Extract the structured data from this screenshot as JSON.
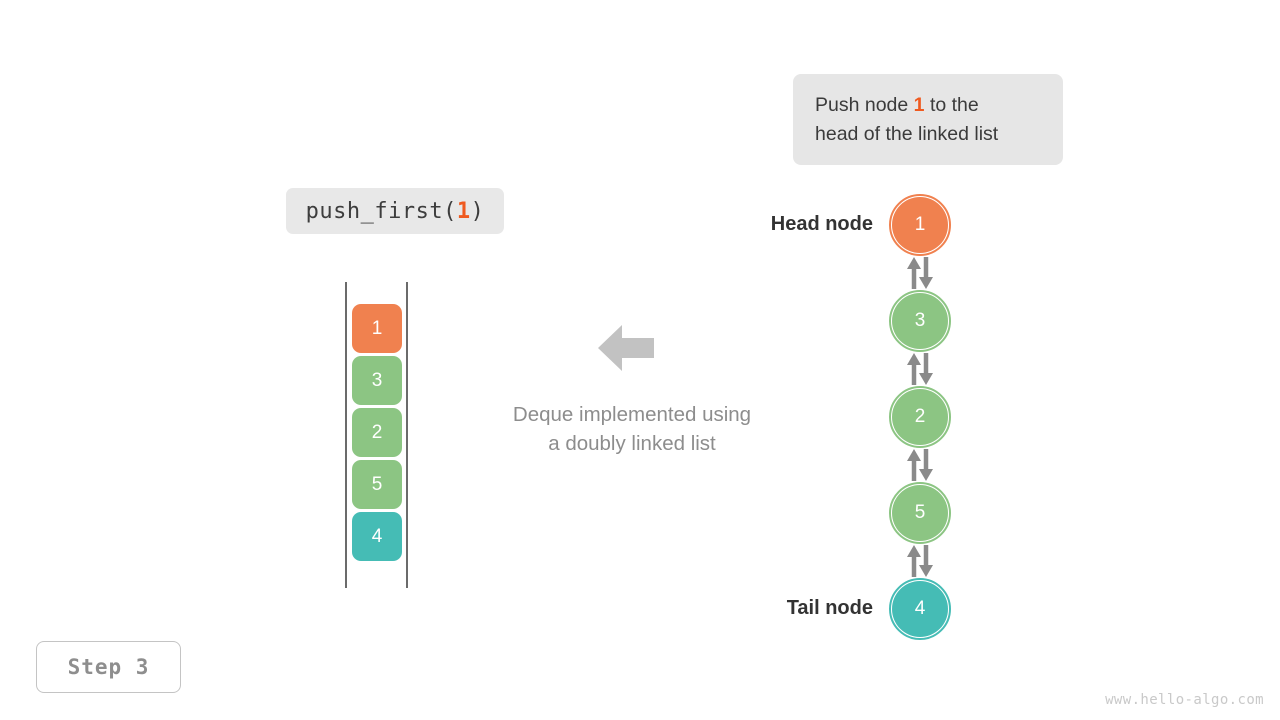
{
  "colors": {
    "orange": "#f0814f",
    "green": "#8cc583",
    "teal": "#45bcb5",
    "accent_text": "#ef5a20",
    "arrow_gray": "#8a8a8a",
    "rail_gray": "#6b6b6b",
    "chip_bg": "#e8e8e8",
    "callout_bg": "#e6e6e6",
    "caption_gray": "#8d8d8d",
    "watermark_gray": "#c9c9c9"
  },
  "callout": {
    "line1_pre": "Push node ",
    "line1_hl": "1",
    "line1_post": " to the",
    "line2": "head of the linked list"
  },
  "operation": {
    "name": "push_first(",
    "arg": "1",
    "close": ")"
  },
  "stack": {
    "title": "deque-stack",
    "cells": [
      {
        "value": "1",
        "color": "#f0814f"
      },
      {
        "value": "3",
        "color": "#8cc583"
      },
      {
        "value": "2",
        "color": "#8cc583"
      },
      {
        "value": "5",
        "color": "#8cc583"
      },
      {
        "value": "4",
        "color": "#45bcb5"
      }
    ]
  },
  "middle": {
    "caption_line1": "Deque implemented using",
    "caption_line2": "a doubly linked list",
    "arrow_direction": "left"
  },
  "linked_list": {
    "head_label": "Head node",
    "tail_label": "Tail node",
    "nodes": [
      {
        "value": "1",
        "color": "#f0814f"
      },
      {
        "value": "3",
        "color": "#8cc583"
      },
      {
        "value": "2",
        "color": "#8cc583"
      },
      {
        "value": "5",
        "color": "#8cc583"
      },
      {
        "value": "4",
        "color": "#45bcb5"
      }
    ]
  },
  "step_badge": {
    "label": "Step 3"
  },
  "watermark": {
    "text": "www.hello-algo.com"
  }
}
